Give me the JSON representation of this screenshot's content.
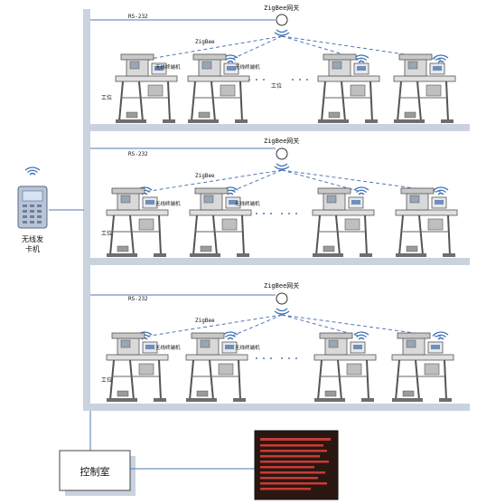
{
  "rows": [
    {
      "gateway_label": "ZigBee网关",
      "zigbee_label": "ZigBee",
      "rs232_label": "RS-232",
      "station_label": "工位",
      "ellipsis_station_label": "工位",
      "terminal_labels": [
        "无线终端机",
        "无线终端机"
      ]
    },
    {
      "gateway_label": "ZigBee网关",
      "zigbee_label": "ZigBee",
      "rs232_label": "RS-232",
      "station_label": "工位",
      "ellipsis_station_label": "",
      "terminal_labels": [
        "无线终端机",
        "无线终端机"
      ]
    },
    {
      "gateway_label": "ZigBee网关",
      "zigbee_label": "ZigBee",
      "rs232_label": "RS-232",
      "station_label": "工位",
      "ellipsis_station_label": "",
      "terminal_labels": [
        "无线终端机",
        "无线终端机"
      ]
    }
  ],
  "card_issuer": {
    "label_line1": "无线发",
    "label_line2": "卡机"
  },
  "control_room": {
    "label": "控制室"
  },
  "colors": {
    "bus": "#c9d3df",
    "wire": "#4e78b8",
    "wifi": "#3b6fb5",
    "machine_gray": "#8c8c8c",
    "led_bg": "#2a1712",
    "led_text": "#d8413a"
  }
}
